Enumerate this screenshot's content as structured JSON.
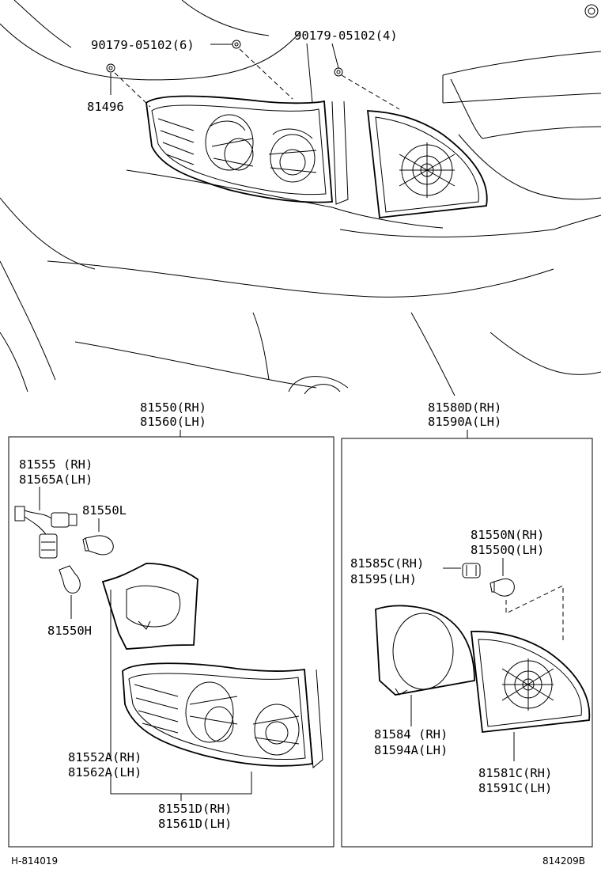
{
  "diagram": {
    "callouts": {
      "bolt_6": "90179-05102(6)",
      "bolt_4": "90179-05102(4)",
      "clip": "81496",
      "lamp_rh_assy": "81550(RH)",
      "lamp_lh_assy": "81560(LH)",
      "inner_rh_assy": "81580D(RH)",
      "inner_lh_assy": "81590A(LH)",
      "socket_rh": "81555  (RH)",
      "socket_lh": "81565A(LH)",
      "bulb_l": "81550L",
      "bulb_h": "81550H",
      "gasket_rh": "81552A(RH)",
      "gasket_lh": "81562A(LH)",
      "lens_rh": "81551D(RH)",
      "lens_lh": "81561D(LH)",
      "inner_socket_rh": "81585C(RH)",
      "inner_socket_lh": "81595(LH)",
      "inner_bulb_rh": "81550N(RH)",
      "inner_bulb_lh": "81550Q(LH)",
      "inner_gasket_rh": "81584  (RH)",
      "inner_gasket_lh": "81594A(LH)",
      "inner_lens_rh": "81581C(RH)",
      "inner_lens_lh": "81591C(LH)"
    },
    "footer": {
      "left_code": "H-814019",
      "right_code": "814209B"
    }
  }
}
